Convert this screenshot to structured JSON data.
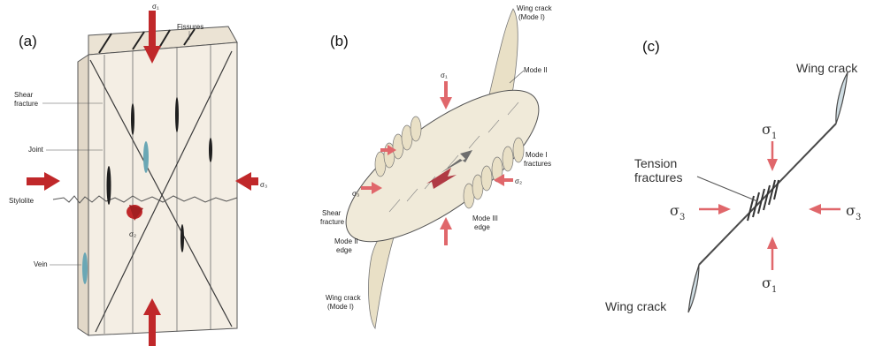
{
  "panel_a": {
    "letter": "(a)",
    "labels": {
      "sigma1_top": "σ₁",
      "fissures": "Fissures",
      "shear_fracture_1": "Shear",
      "shear_fracture_2": "fracture",
      "joint": "Joint",
      "stylolite": "Stylolite",
      "sigma3": "σ₃",
      "sigma2": "σ₂",
      "vein": "Vein"
    }
  },
  "panel_b": {
    "letter": "(b)",
    "labels": {
      "wing_top_1": "Wing crack",
      "wing_top_2": "(Mode I)",
      "mode2": "Mode II",
      "sigma1": "σ₁",
      "mode1_1": "Mode I",
      "mode1_2": "fractures",
      "sigma2": "σ₂",
      "sigma3": "σ₃",
      "shear_1": "Shear",
      "shear_2": "fracture",
      "mode3_1": "Mode III",
      "mode3_2": "edge",
      "mode2edge_1": "Mode II",
      "mode2edge_2": "edge",
      "wing_bot_1": "Wing crack",
      "wing_bot_2": "(Mode I)"
    }
  },
  "panel_c": {
    "letter": "(c)",
    "labels": {
      "wing_top": "Wing crack",
      "sigma": "σ",
      "sub1": "1",
      "sub3": "3",
      "tension_1": "Tension",
      "tension_2": "fractures",
      "wing_bottom": "Wing crack"
    }
  },
  "colors": {
    "arrow_red": "#c0282a",
    "arrow_pink": "#e0676b",
    "block_fill": "#f4eee4",
    "block_side": "#e6ddcf",
    "line_dark": "#2c2c2c",
    "vein_blue": "#6aa7b5",
    "wing_fill": "#e9e0c6"
  }
}
